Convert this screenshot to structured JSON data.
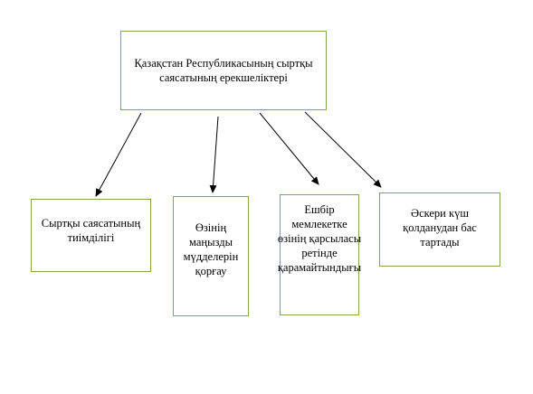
{
  "diagram": {
    "root": {
      "label": "Қазақстан Республикасының сыртқы саясатының ерекшеліктері"
    },
    "children": [
      {
        "label": "Сыртқы саясатының тиімділігі"
      },
      {
        "label": "Өзінің маңызды мүдделерін қорғау"
      },
      {
        "label": "Ешбір мемлекетке өзінің қарсыласы ретінде қарамайтындығы"
      },
      {
        "label": "Әскери күш қолданудан бас тартады"
      }
    ],
    "colors": {
      "box_border": "#7fa650",
      "arrow": "#000000"
    }
  }
}
